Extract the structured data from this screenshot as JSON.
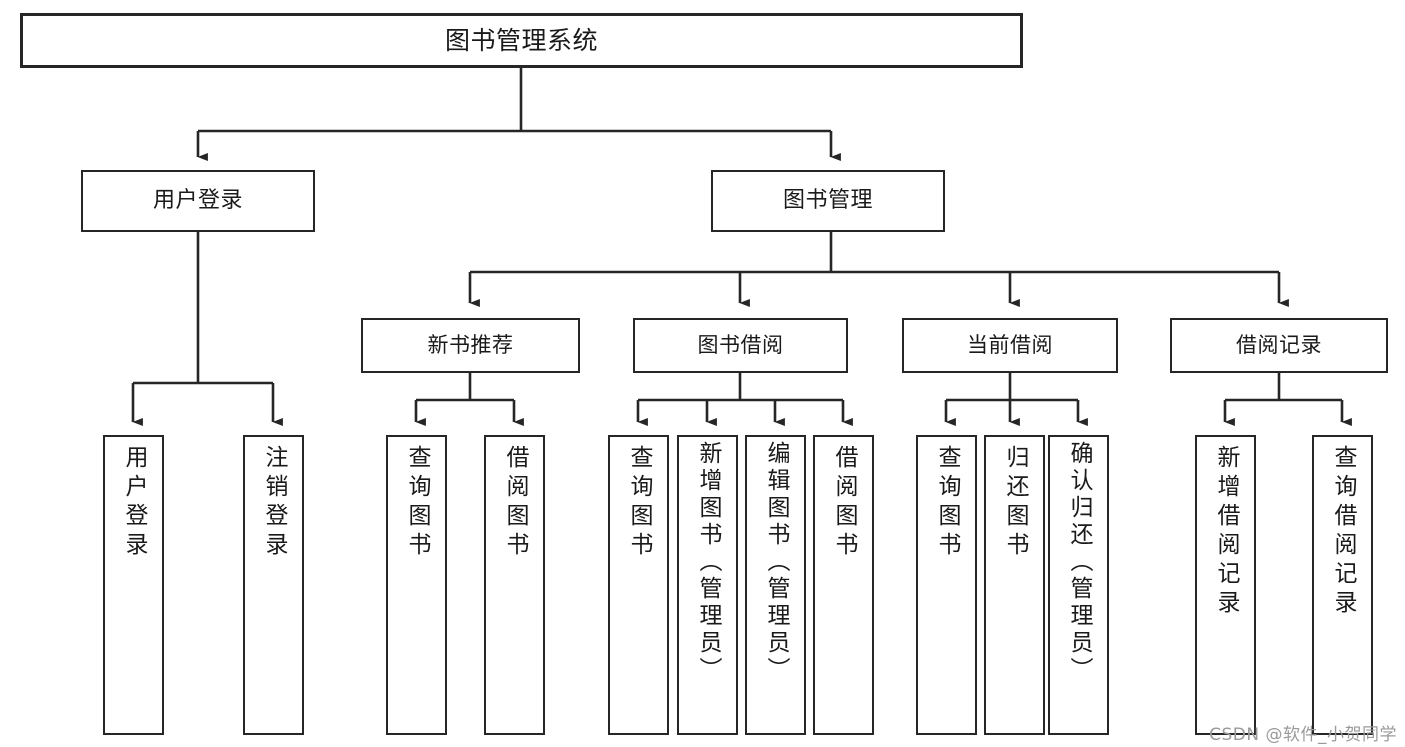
{
  "diagram": {
    "title": "图书管理系统",
    "type": "hierarchy-tree",
    "watermark": "CSDN @软件_小贺同学",
    "colors": {
      "box_border": "#262626",
      "box_fill": "#ffffff",
      "connector": "#262626",
      "text": "#1a1a1a",
      "watermark": "#9a9a9a",
      "background": "#ffffff"
    },
    "root": {
      "label": "图书管理系统"
    },
    "level2": [
      {
        "label": "用户登录"
      },
      {
        "label": "图书管理"
      }
    ],
    "level3": [
      {
        "label": "新书推荐"
      },
      {
        "label": "图书借阅"
      },
      {
        "label": "当前借阅"
      },
      {
        "label": "借阅记录"
      }
    ],
    "leaves": {
      "user_login": [
        {
          "label": "用户登录"
        },
        {
          "label": "注销登录"
        }
      ],
      "new_book_recommend": [
        {
          "label": "查询图书"
        },
        {
          "label": "借阅图书"
        }
      ],
      "book_borrow": [
        {
          "label": "查询图书"
        },
        {
          "label": "新增图书（管理员）"
        },
        {
          "label": "编辑图书（管理员）"
        },
        {
          "label": "借阅图书"
        }
      ],
      "current_borrow": [
        {
          "label": "查询图书"
        },
        {
          "label": "归还图书"
        },
        {
          "label": "确认归还（管理员）"
        }
      ],
      "borrow_record": [
        {
          "label": "新增借阅记录"
        },
        {
          "label": "查询借阅记录"
        }
      ]
    }
  }
}
